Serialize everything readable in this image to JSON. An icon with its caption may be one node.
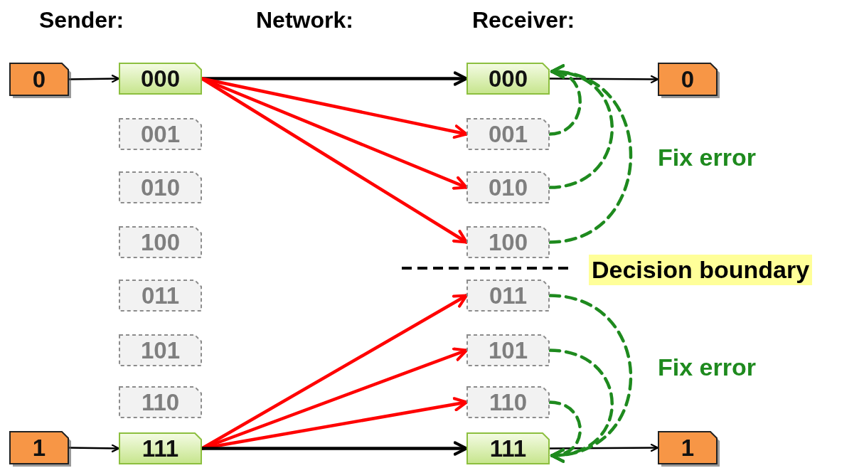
{
  "diagram": {
    "nodes": [
      {
        "text": [
          "0"
        ]
      },
      {
        "text": [
          "1"
        ]
      },
      {
        "text": [
          "000"
        ]
      },
      {
        "text": [
          "001"
        ]
      },
      {
        "text": [
          "010"
        ]
      },
      {
        "text": [
          "100"
        ]
      },
      {
        "text": [
          "011"
        ]
      },
      {
        "text": [
          "101"
        ]
      },
      {
        "text": [
          "110"
        ]
      },
      {
        "text": [
          "111"
        ]
      },
      {
        "text": [
          "000"
        ]
      },
      {
        "text": [
          "001"
        ]
      },
      {
        "text": [
          "010"
        ]
      },
      {
        "text": [
          "100"
        ]
      },
      {
        "text": [
          "011"
        ]
      },
      {
        "text": [
          "101"
        ]
      },
      {
        "text": [
          "110"
        ]
      },
      {
        "text": [
          "111"
        ]
      },
      {
        "text": [
          "0"
        ]
      },
      {
        "text": [
          "1"
        ]
      }
    ],
    "edges": [
      {
        "from": 0,
        "to": 2,
        "arrow": "to"
      },
      {
        "from": 2,
        "to": 10,
        "arrow": "to"
      },
      {
        "from": 2,
        "to": 11,
        "arrow": "to",
        "color": "#ff0000"
      },
      {
        "from": 2,
        "to": 12,
        "arrow": "to",
        "color": "#ff0000"
      },
      {
        "from": 2,
        "to": 13,
        "arrow": "to",
        "color": "#ff0000"
      },
      {
        "from": 10,
        "to": 18,
        "arrow": "to"
      },
      {
        "from": 11,
        "to": 10,
        "arrow": "to",
        "style": "dashed",
        "color": "#1e8a1e"
      },
      {
        "from": 12,
        "to": 10,
        "arrow": "to",
        "style": "dashed",
        "color": "#1e8a1e"
      },
      {
        "from": 13,
        "to": 10,
        "arrow": "to",
        "style": "dashed",
        "color": "#1e8a1e"
      },
      {
        "from": 1,
        "to": 9,
        "arrow": "to"
      },
      {
        "from": 9,
        "to": 14,
        "arrow": "to",
        "color": "#ff0000"
      },
      {
        "from": 9,
        "to": 15,
        "arrow": "to",
        "color": "#ff0000"
      },
      {
        "from": 9,
        "to": 16,
        "arrow": "to",
        "color": "#ff0000"
      },
      {
        "from": 9,
        "to": 17,
        "arrow": "to"
      },
      {
        "from": 17,
        "to": 19,
        "arrow": "to"
      },
      {
        "from": 14,
        "to": 17,
        "arrow": "to",
        "style": "dashed",
        "color": "#1e8a1e"
      },
      {
        "from": 15,
        "to": 17,
        "arrow": "to",
        "style": "dashed",
        "color": "#1e8a1e"
      },
      {
        "from": 16,
        "to": 17,
        "arrow": "to",
        "style": "dashed",
        "color": "#1e8a1e"
      }
    ],
    "labels": [
      "Sender:",
      "Network:",
      "Receiver:",
      "Fix error",
      "Decision boundary",
      "Fix error"
    ]
  }
}
